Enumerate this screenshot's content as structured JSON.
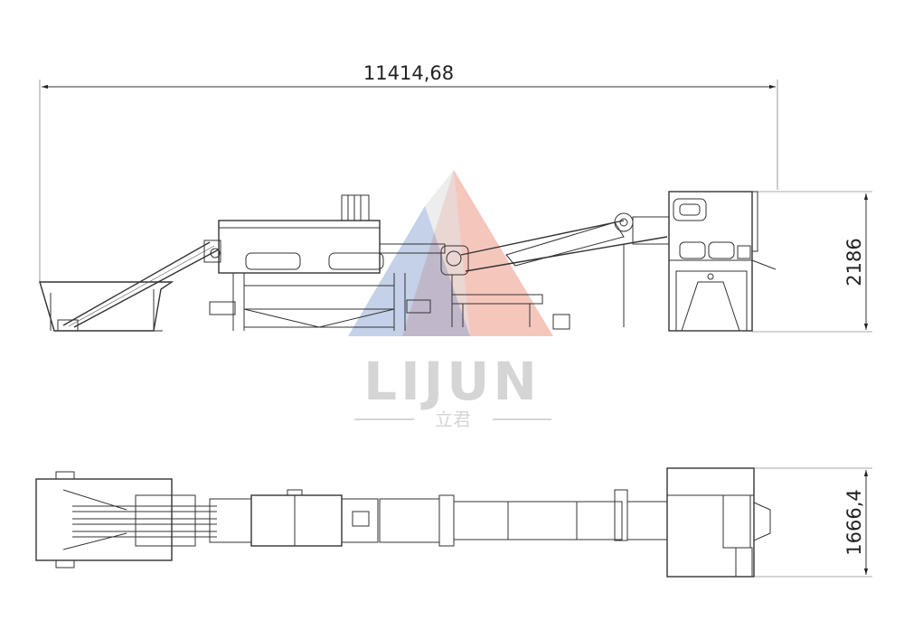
{
  "dimensions": {
    "overall_length": "11414,68",
    "side_height": "2186",
    "top_width": "1666,4"
  },
  "watermark": {
    "brand": "LIJUN",
    "chinese": "立君",
    "colors": {
      "red": "#e8775d",
      "blue": "#6f8fc7",
      "grey": "#c8c8c8"
    }
  }
}
